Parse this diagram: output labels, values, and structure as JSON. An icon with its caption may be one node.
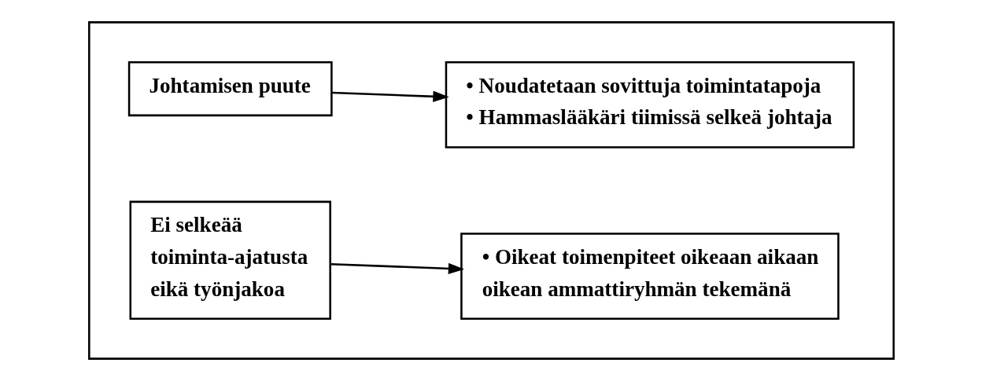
{
  "diagram": {
    "nodes": [
      {
        "text": [],
        "shape": "box"
      },
      {
        "text": [
          "Johtamisen puute"
        ],
        "in": 0
      },
      {
        "text": [
          "• Noudatetaan sovittuja toimintatapoja",
          "• Hammaslääkäri tiimissä selkeä johtaja"
        ],
        "in": 0
      },
      {
        "text": [
          "Ei selkeää toiminta-ajatusta eikä työnjakoa"
        ],
        "in": 0
      },
      {
        "text": [
          "• Oikeat toimenpiteet oikeaan aikaan oikean ammattiryhmän tekemänä"
        ],
        "in": 0
      }
    ],
    "edges": [
      {
        "from": 1,
        "to": 2,
        "arrow": "to"
      },
      {
        "from": 3,
        "to": 4,
        "arrow": "to"
      }
    ]
  }
}
